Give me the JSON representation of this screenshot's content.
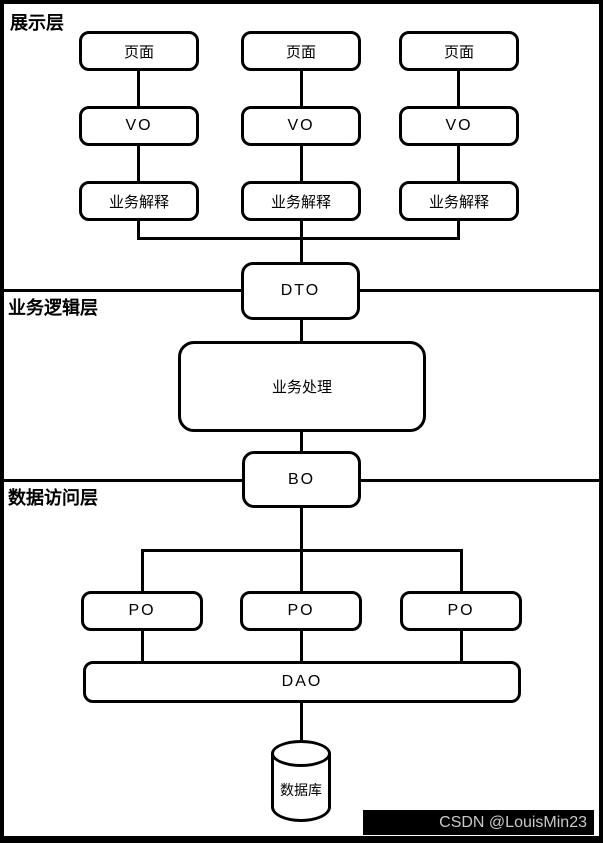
{
  "layers": {
    "presentation": {
      "label": "展示层"
    },
    "business": {
      "label": "业务逻辑层"
    },
    "data": {
      "label": "数据访问层"
    }
  },
  "diagram": {
    "columns": [
      {
        "page": "页面",
        "vo": "VO",
        "interpreter": "业务解释"
      },
      {
        "page": "页面",
        "vo": "VO",
        "interpreter": "业务解释"
      },
      {
        "page": "页面",
        "vo": "VO",
        "interpreter": "业务解释"
      }
    ],
    "dto": "DTO",
    "business_process": "业务处理",
    "bo": "BO",
    "po": [
      "PO",
      "PO",
      "PO"
    ],
    "dao": "DAO",
    "database": "数据库"
  },
  "watermark": {
    "text": "CSDN @LouisMin23"
  },
  "colors": {
    "stroke": "#000000",
    "background": "#ffffff",
    "watermark_bg": "#000000",
    "watermark_fg": "#c9c9c9"
  }
}
